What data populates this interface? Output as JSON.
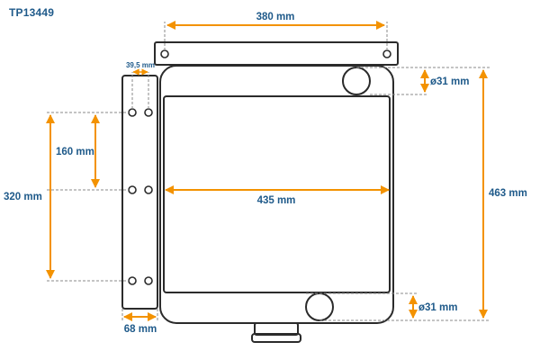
{
  "part_code": "TP13449",
  "colors": {
    "outline": "#2b2b2b",
    "dimension": "#f39200",
    "text": "#1f5a8a",
    "guide": "#8a8a8a"
  },
  "dimensions": {
    "top_bracket_width": "380 mm",
    "core_width": "435 mm",
    "overall_height": "463 mm",
    "bolt_pattern_height": "320 mm",
    "hole_spacing_vertical": "160 mm",
    "hole_spacing_horizontal": "39,5 mm",
    "side_bracket_width": "68 mm",
    "top_port_diameter": "ø31 mm",
    "bottom_port_diameter": "ø31 mm"
  }
}
